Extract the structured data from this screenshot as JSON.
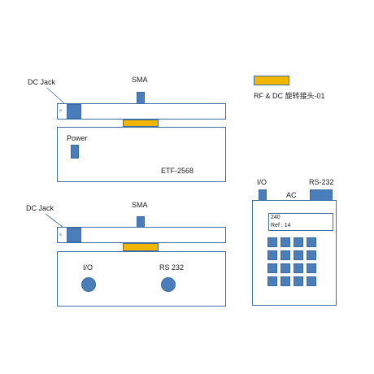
{
  "legend": {
    "label": "RF & DC 旋转接头-01",
    "swatch_color": "#f2b600"
  },
  "colors": {
    "blue": "#4a7ebb",
    "outline": "#3f6ea5",
    "gold": "#f2b600"
  },
  "top_assembly": {
    "dc_jack_label": "DC Jack",
    "sma_label": "SMA",
    "power_label": "Power",
    "model_label": "ETF-2568",
    "marker": "a"
  },
  "bottom_assembly": {
    "dc_jack_label": "DC Jack",
    "sma_label": "SMA",
    "io_label": "I/O",
    "rs232_label": "RS 232",
    "marker": "a"
  },
  "handheld": {
    "io_label": "I/O",
    "ac_label": "AC",
    "rs232_label": "RS-232",
    "display_line1": "240",
    "display_line2": "Ref : 14",
    "keypad_rows": 4,
    "keypad_cols": 4
  }
}
